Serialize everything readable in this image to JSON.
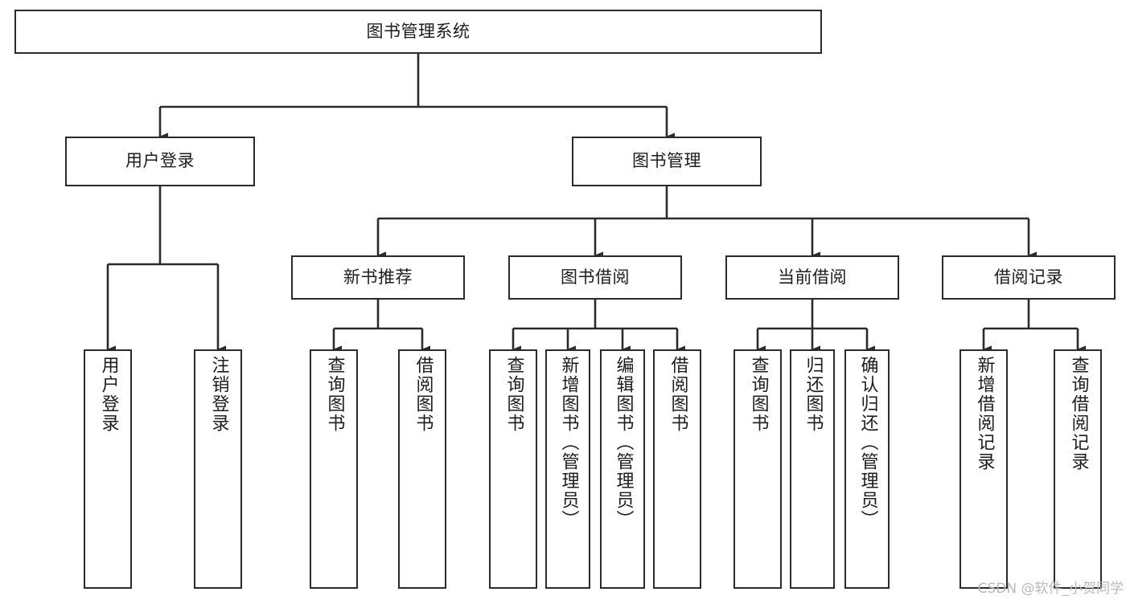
{
  "diagram": {
    "title": "图书管理系统",
    "type": "tree",
    "orientation": "top-down",
    "colors": {
      "box_border": "#2b2b2b",
      "box_fill": "#ffffff",
      "connector": "#2b2b2b",
      "background": "#ffffff",
      "watermark": "#b9b9b9"
    },
    "root": {
      "id": "root",
      "label": "图书管理系统",
      "orientation": "horizontal"
    },
    "level2": [
      {
        "id": "user-login",
        "label": "用户登录",
        "orientation": "horizontal"
      },
      {
        "id": "book-manage",
        "label": "图书管理",
        "orientation": "horizontal"
      }
    ],
    "level3": [
      {
        "id": "new-book-recommend",
        "label": "新书推荐",
        "orientation": "horizontal",
        "parent": "book-manage"
      },
      {
        "id": "book-borrow",
        "label": "图书借阅",
        "orientation": "horizontal",
        "parent": "book-manage"
      },
      {
        "id": "current-borrow",
        "label": "当前借阅",
        "orientation": "horizontal",
        "parent": "book-manage"
      },
      {
        "id": "borrow-record",
        "label": "借阅记录",
        "orientation": "horizontal",
        "parent": "book-manage"
      }
    ],
    "leaves": [
      {
        "id": "leaf-user-login",
        "label": "用户登录",
        "parent": "user-login"
      },
      {
        "id": "leaf-user-logout",
        "label": "注销登录",
        "parent": "user-login"
      },
      {
        "id": "leaf-query-book-1",
        "label": "查询图书",
        "parent": "new-book-recommend"
      },
      {
        "id": "leaf-borrow-book-1",
        "label": "借阅图书",
        "parent": "new-book-recommend"
      },
      {
        "id": "leaf-query-book-2",
        "label": "查询图书",
        "parent": "book-borrow"
      },
      {
        "id": "leaf-add-book",
        "label": "新增图书（管理员）",
        "parent": "book-borrow"
      },
      {
        "id": "leaf-edit-book",
        "label": "编辑图书（管理员）",
        "parent": "book-borrow"
      },
      {
        "id": "leaf-borrow-book-2",
        "label": "借阅图书",
        "parent": "book-borrow"
      },
      {
        "id": "leaf-query-book-3",
        "label": "查询图书",
        "parent": "current-borrow"
      },
      {
        "id": "leaf-return-book",
        "label": "归还图书",
        "parent": "current-borrow"
      },
      {
        "id": "leaf-confirm-return",
        "label": "确认归还（管理员）",
        "parent": "current-borrow"
      },
      {
        "id": "leaf-add-record",
        "label": "新增借阅记录",
        "parent": "borrow-record"
      },
      {
        "id": "leaf-query-record",
        "label": "查询借阅记录",
        "parent": "borrow-record"
      }
    ]
  },
  "watermark": {
    "text": "CSDN @软件_小贺同学"
  }
}
